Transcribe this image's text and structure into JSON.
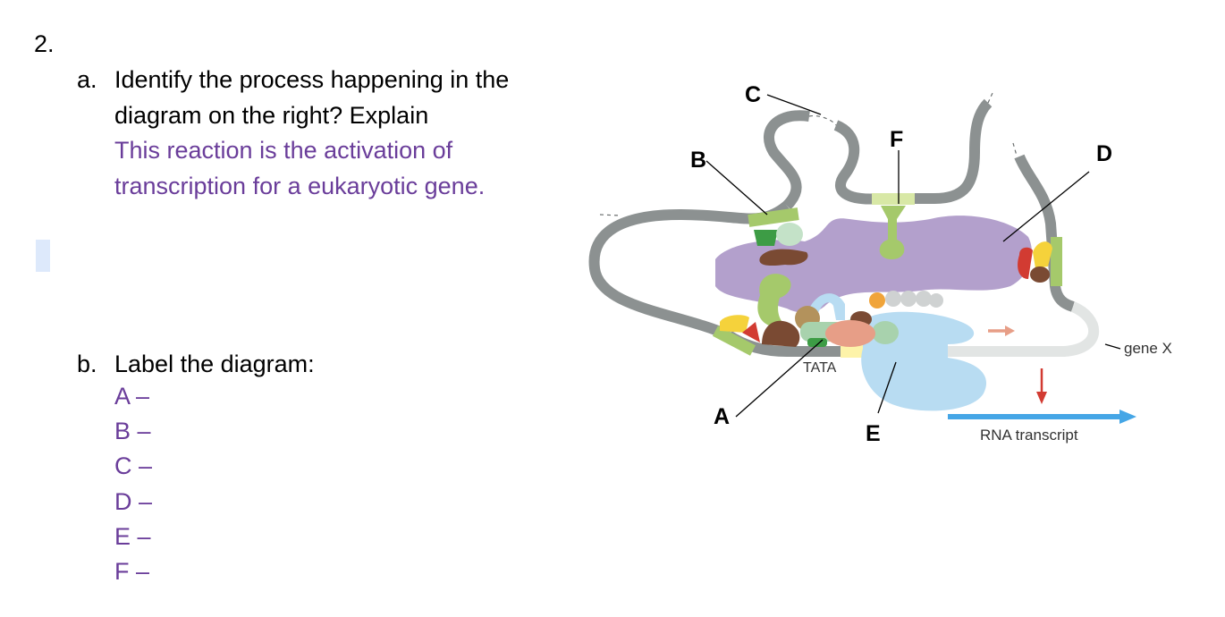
{
  "question": {
    "number": "2.",
    "part_a": {
      "marker": "a.",
      "prompt_line1": "Identify the process happening in the",
      "prompt_line2": "diagram on the right? Explain",
      "answer_line1": "This reaction is the activation of",
      "answer_line2": "transcription for a eukaryotic gene."
    },
    "part_b": {
      "marker": "b.",
      "prompt": "Label the diagram:",
      "labels": [
        "A –",
        "B –",
        "C –",
        "D –",
        "E –",
        "F –"
      ]
    }
  },
  "diagram": {
    "labels": {
      "A": "A",
      "B": "B",
      "C": "C",
      "D": "D",
      "E": "E",
      "F": "F"
    },
    "tata": "TATA",
    "gene": "gene X",
    "rna": "RNA transcript",
    "colors": {
      "dna": "#8c9191",
      "gene_dna": "#e2e5e4",
      "activator": "#b3a0cc",
      "mediator_green": "#a5c96b",
      "dark_green": "#3d9c45",
      "brown": "#7a4a33",
      "red": "#d23b32",
      "yellow": "#f5d23b",
      "salmon": "#e79e87",
      "light_blue": "#b8dcf2",
      "arrow_blue": "#45a6e6"
    }
  }
}
